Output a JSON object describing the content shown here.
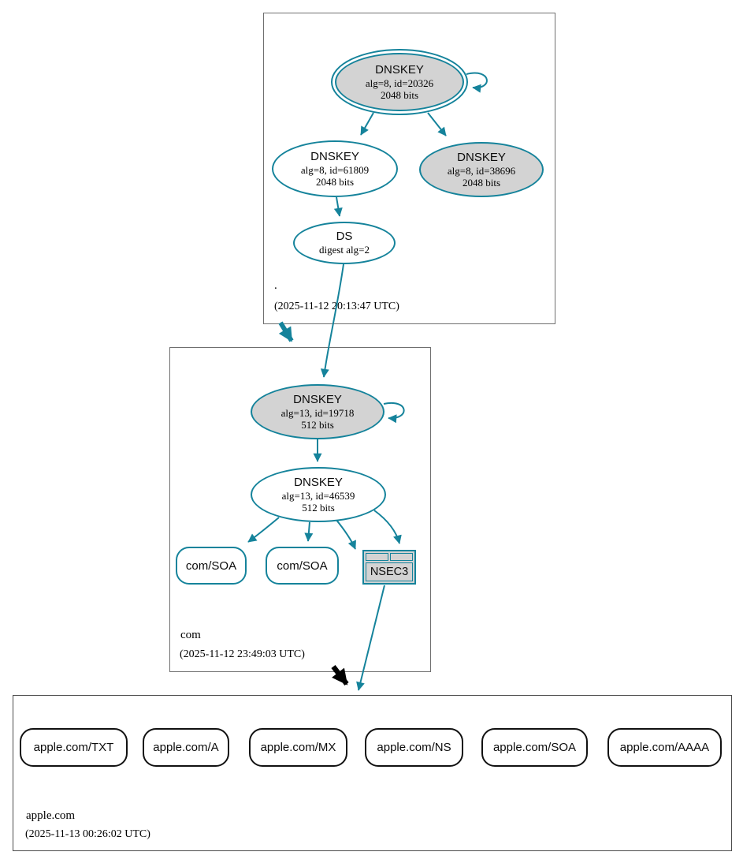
{
  "colors": {
    "secure_teal": "#15839b",
    "insecure_black": "#000000",
    "ksk_fill_gray": "#d3d3d3",
    "node_fill_white": "#ffffff",
    "zone_border_gray": "#6f6f6f"
  },
  "zones": {
    "root": {
      "label": ".",
      "timestamp": "(2025-11-12 20:13:47 UTC)",
      "nodes": {
        "ksk": {
          "title": "DNSKEY",
          "detail": "alg=8, id=20326",
          "bits": "2048 bits"
        },
        "zsk": {
          "title": "DNSKEY",
          "detail": "alg=8, id=61809",
          "bits": "2048 bits"
        },
        "key38696": {
          "title": "DNSKEY",
          "detail": "alg=8, id=38696",
          "bits": "2048 bits"
        },
        "ds": {
          "title": "DS",
          "detail": "digest alg=2"
        }
      }
    },
    "com": {
      "label": "com",
      "timestamp": "(2025-11-12 23:49:03 UTC)",
      "nodes": {
        "ksk": {
          "title": "DNSKEY",
          "detail": "alg=13, id=19718",
          "bits": "512 bits"
        },
        "zsk": {
          "title": "DNSKEY",
          "detail": "alg=13, id=46539",
          "bits": "512 bits"
        },
        "soa_left": {
          "title": "com/SOA"
        },
        "soa_right": {
          "title": "com/SOA"
        },
        "nsec3": {
          "title": "NSEC3"
        }
      }
    },
    "apple_com": {
      "label": "apple.com",
      "timestamp": "(2025-11-13 00:26:02 UTC)",
      "rrsets": [
        {
          "label": "apple.com/TXT"
        },
        {
          "label": "apple.com/A"
        },
        {
          "label": "apple.com/MX"
        },
        {
          "label": "apple.com/NS"
        },
        {
          "label": "apple.com/SOA"
        },
        {
          "label": "apple.com/AAAA"
        }
      ]
    }
  },
  "edges": [
    {
      "from": "root DNSKEY alg=8 id=20326",
      "to": "self",
      "style": "teal self-loop"
    },
    {
      "from": "root DNSKEY alg=8 id=20326",
      "to": "root DNSKEY alg=8 id=61809",
      "style": "teal arrow"
    },
    {
      "from": "root DNSKEY alg=8 id=20326",
      "to": "root DNSKEY alg=8 id=38696",
      "style": "teal arrow"
    },
    {
      "from": "root DNSKEY alg=8 id=61809",
      "to": "root DS digest alg=2",
      "style": "teal arrow"
    },
    {
      "from": "root DS digest alg=2",
      "to": "com DNSKEY alg=13 id=19718",
      "style": "teal arrow"
    },
    {
      "from": "root zone",
      "to": "com zone",
      "style": "thick teal delegation arrow"
    },
    {
      "from": "com DNSKEY alg=13 id=19718",
      "to": "self",
      "style": "teal self-loop"
    },
    {
      "from": "com DNSKEY alg=13 id=19718",
      "to": "com DNSKEY alg=13 id=46539",
      "style": "teal arrow"
    },
    {
      "from": "com DNSKEY alg=13 id=46539",
      "to": "com/SOA (left)",
      "style": "teal arrow"
    },
    {
      "from": "com DNSKEY alg=13 id=46539",
      "to": "com/SOA (right)",
      "style": "teal arrow"
    },
    {
      "from": "com DNSKEY alg=13 id=46539",
      "to": "NSEC3 (side)",
      "style": "teal arrow"
    },
    {
      "from": "com DNSKEY alg=13 id=46539",
      "to": "NSEC3 (top)",
      "style": "teal arrow"
    },
    {
      "from": "NSEC3",
      "to": "apple.com zone",
      "style": "teal arrow"
    },
    {
      "from": "com zone",
      "to": "apple.com zone",
      "style": "thick black delegation arrow"
    }
  ]
}
